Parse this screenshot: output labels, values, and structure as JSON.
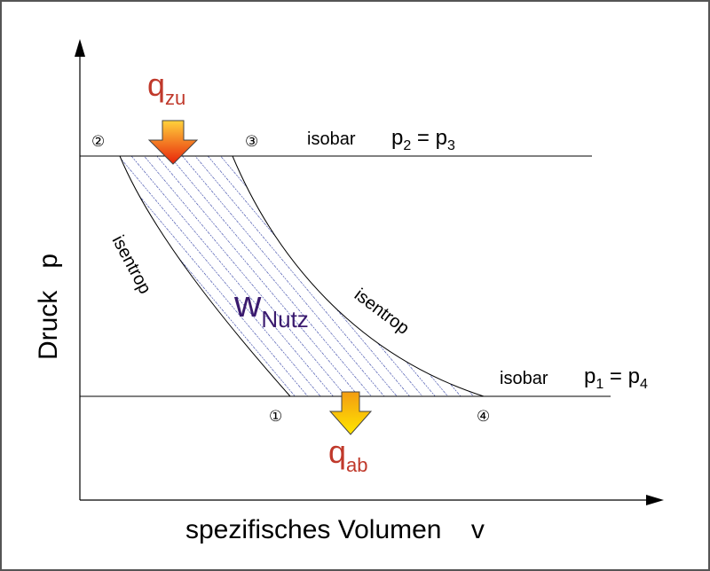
{
  "axes": {
    "y_label": "Druck   p",
    "x_label": "spezifisches Volumen    v"
  },
  "points": [
    "②",
    "③",
    "①",
    "④"
  ],
  "lines": {
    "top": {
      "text": "isobar",
      "eq_p": "p",
      "eq_sub1": "2",
      "eq_mid": " = p",
      "eq_sub2": "3"
    },
    "bottom": {
      "text": "isobar",
      "eq_p": "p",
      "eq_sub1": "1",
      "eq_mid": " = p",
      "eq_sub2": "4"
    },
    "isentrop_left": "isentrop",
    "isentrop_right": "isentrop"
  },
  "heat": {
    "in_main": "q",
    "in_sub": "zu",
    "out_main": "q",
    "out_sub": "ab"
  },
  "work": {
    "main": "w",
    "sub": "Nutz"
  },
  "colors": {
    "frame": "#555555",
    "hatch": "#1a2a9a",
    "heat_label": "#c0392b",
    "work_label": "#3a1a6e",
    "arrow_in_top": "#ffd23c",
    "arrow_in_bottom": "#e8230a",
    "arrow_out_top": "#f39c12",
    "arrow_out_bottom": "#ffe600"
  }
}
